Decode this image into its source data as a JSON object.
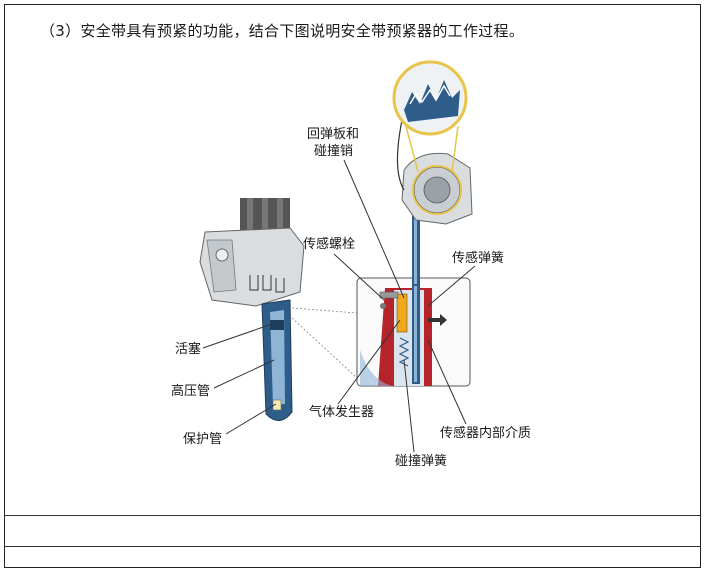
{
  "question": "（3）安全带具有预紧的功能，结合下图说明安全带预紧器的工作过程。",
  "labels": {
    "rebound_plate_line1": "回弹板和",
    "rebound_plate_line2": "碰撞销",
    "sensor_bolt": "传感螺栓",
    "sensor_spring": "传感弹簧",
    "piston": "活塞",
    "high_pressure_tube": "高压管",
    "protective_tube": "保护管",
    "gas_generator": "气体发生器",
    "sensor_medium": "传感器内部介质",
    "impact_spring": "碰撞弹簧"
  },
  "colors": {
    "tube_blue": "#2f5d8a",
    "light_blue": "#8fb4d6",
    "gas_orange": "#f2a81d",
    "medium_red": "#b5242a",
    "zoom_yellow": "#e8c44a",
    "housing_gray": "#d9dde0"
  }
}
